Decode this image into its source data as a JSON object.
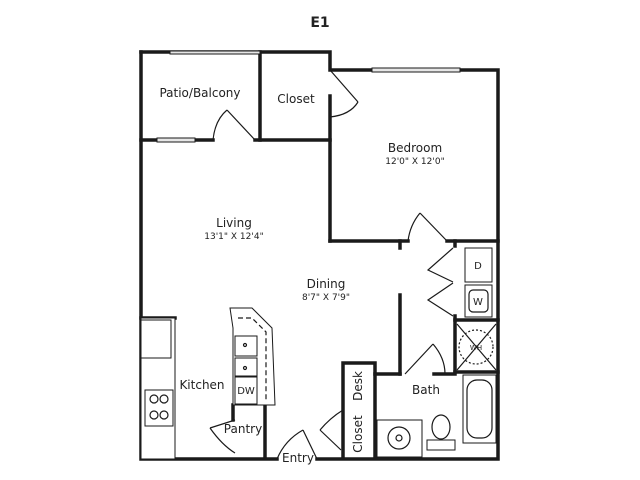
{
  "title": "E1",
  "rooms": {
    "patio": {
      "name": "Patio/Balcony"
    },
    "closet_top": {
      "name": "Closet"
    },
    "bedroom": {
      "name": "Bedroom",
      "dims": "12'0\" X 12'0\""
    },
    "living": {
      "name": "Living",
      "dims": "13'1\" X 12'4\""
    },
    "dining": {
      "name": "Dining",
      "dims": "8'7\" X 7'9\""
    },
    "kitchen": {
      "name": "Kitchen"
    },
    "pantry": {
      "name": "Pantry"
    },
    "entry": {
      "name": "Entry"
    },
    "desk": {
      "name": "Desk"
    },
    "closet_bottom": {
      "name": "Closet"
    },
    "bath": {
      "name": "Bath"
    }
  },
  "appliances": {
    "dryer": "D",
    "washer": "W",
    "water_heater": "WH",
    "dishwasher": "DW"
  }
}
